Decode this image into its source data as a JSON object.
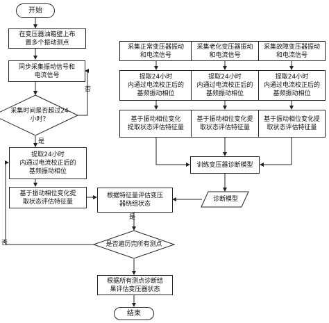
{
  "nodes": {
    "start": "开始",
    "arrange": "在变压器油箱壁上布\n置多个振动测点",
    "sync": "同步采集振动信号和\n电流信号",
    "check24": "采集时间是否超过24\n小时？",
    "extract_left": "提取24小时\n内通过电流校正后的\n基频振动相位",
    "feature_left": "基于振动相位变化提\n取状态评估特征量",
    "evaluate": "根据特征量评估变压\n器绕组状态",
    "all_points": "是否遍历完所有测点",
    "final": "根据所有测点诊断结\n果评估变压器状态",
    "end": "结束",
    "collect_normal": "采集正常变压器振动\n和电流信号",
    "collect_aging": "采集老化变压器振动\n和电流信号",
    "collect_fault": "采集故障变压器振动\n和电流信号",
    "extract_normal": "提取24小时\n内通过电流校正后的\n基频振动相位",
    "extract_aging": "提取24小时\n内通过电流校正后的\n基频振动相位",
    "extract_fault": "提取24小时\n内通过电流校正后的\n基频振动相位",
    "feature_normal": "基于振动相位变化\n提取状态评估特征量",
    "feature_aging": "基于振动相位变化提\n取状态评估特征量",
    "feature_fault": "基于振动相位变化提\n取状态评估特征量",
    "train": "训练变压器诊断模型",
    "model": "诊断模型"
  },
  "labels": {
    "yes_1": "是",
    "no_1": "否",
    "yes_2": "是",
    "no_2": "否"
  },
  "colors": {
    "stroke": "#222222",
    "fill": "#ffffff"
  }
}
